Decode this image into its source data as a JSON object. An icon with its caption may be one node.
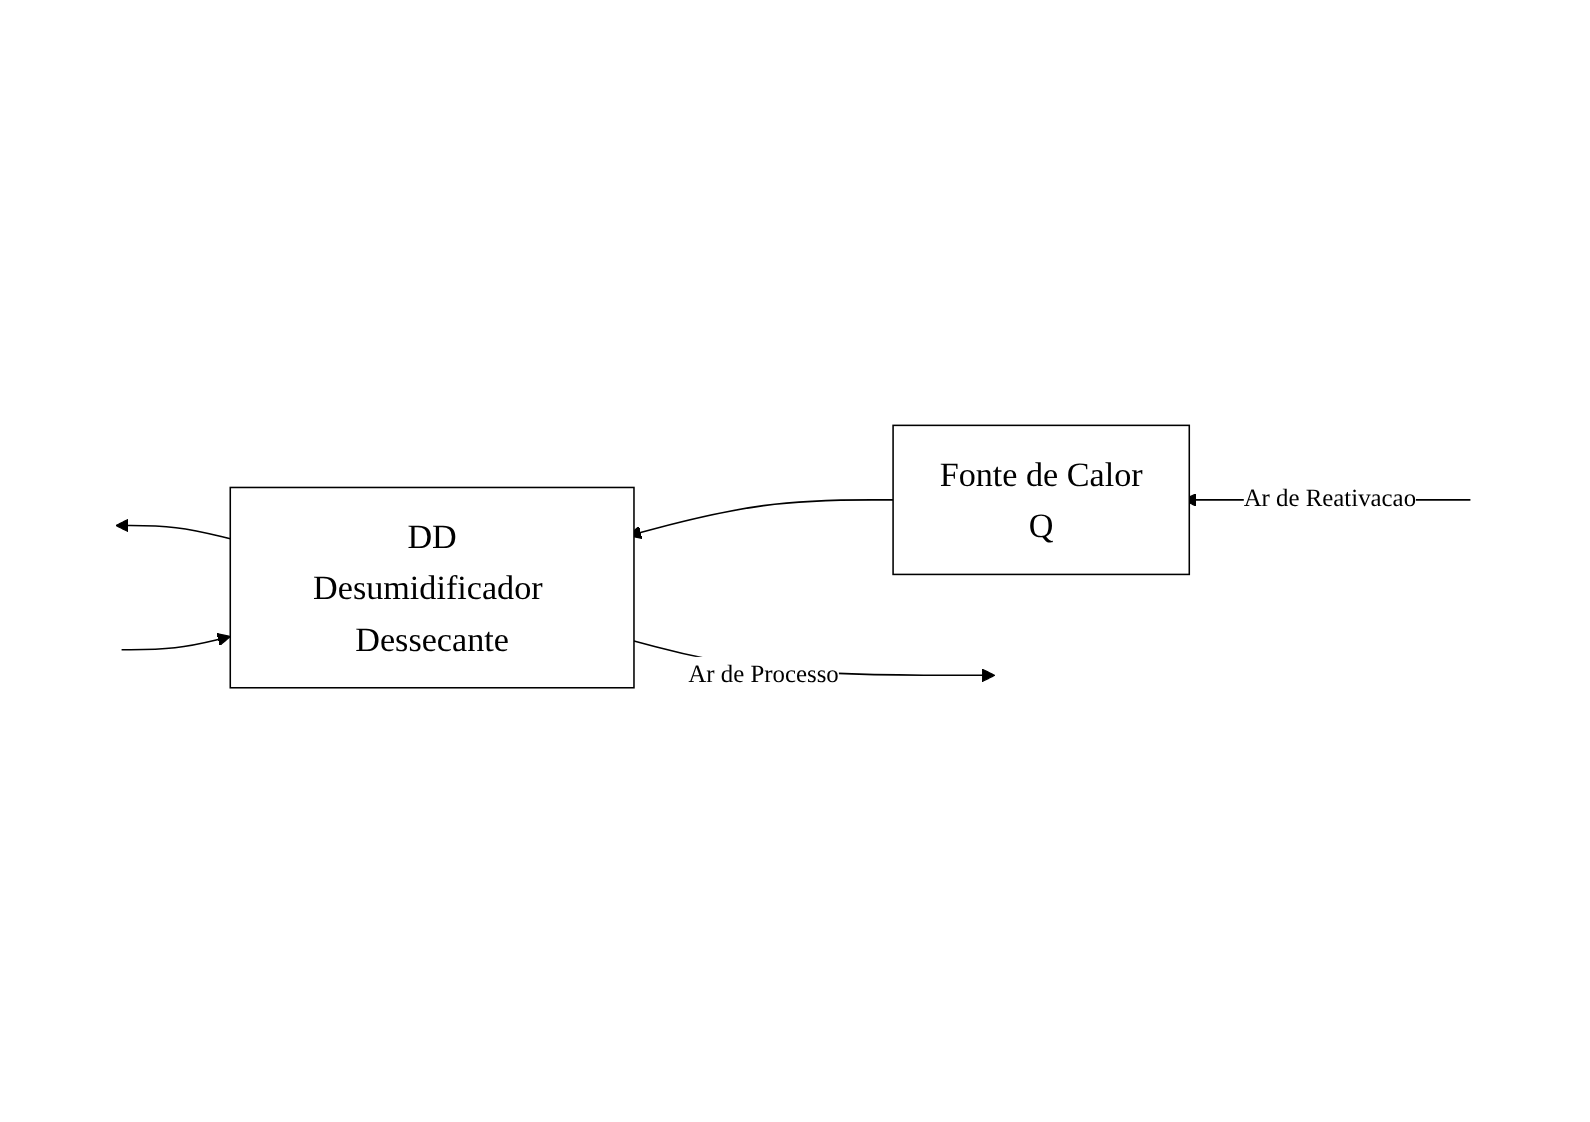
{
  "diagram": {
    "nodes": [
      {
        "text": [
          "DD",
          "Desumidificador Dessecante"
        ]
      },
      {
        "text": [
          "Fonte de Calor",
          "Q"
        ]
      }
    ],
    "edges": [
      {
        "from": null,
        "to": 1,
        "arrow": "to",
        "label": "Ar de Reativacao"
      },
      {
        "from": 1,
        "to": 0,
        "arrow": "to"
      },
      {
        "from": 0,
        "to": null,
        "arrow": "to"
      },
      {
        "from": null,
        "to": 0,
        "arrow": "to"
      },
      {
        "from": 0,
        "to": null,
        "arrow": "to",
        "label": "Ar de Processo"
      }
    ]
  }
}
